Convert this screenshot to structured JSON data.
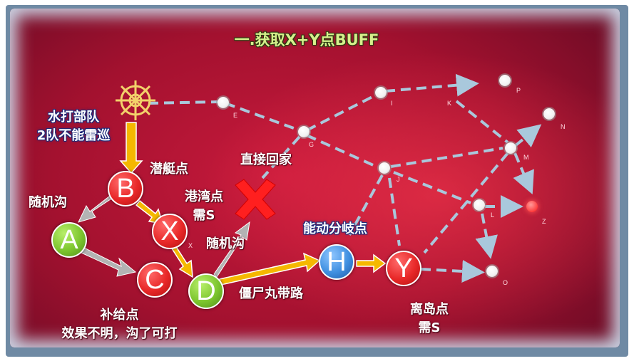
{
  "title": "一.获取X+Y点BUFF",
  "annotations": {
    "start_note_line1": "水打部队",
    "start_note_line2": "2队不能雷巡",
    "b_note": "潜艇点",
    "a_note": "随机沟",
    "harbor_note_line1": "港湾点",
    "harbor_note_line2": "需S",
    "go_home": "直接回家",
    "d_note": "随机沟",
    "h_note": "能动分岐点",
    "c_note_line1": "补给点",
    "c_note_line2": "效果不明，沟了可打",
    "d_route": "僵尸丸带路",
    "y_note_line1": "离岛点",
    "y_note_line2": "需S"
  },
  "big_nodes": {
    "B": "B",
    "A": "A",
    "X": "X",
    "C": "C",
    "D": "D",
    "H": "H",
    "Y": "Y"
  },
  "small_labels": {
    "E": "E",
    "G": "G",
    "I": "I",
    "J": "J",
    "K": "K",
    "P": "P",
    "N": "N",
    "M": "M",
    "L": "L",
    "Z": "Z",
    "O": "O",
    "Xs": "X"
  },
  "colors": {
    "sea": "#b3133a",
    "frame": "#6f8aa4",
    "title": "#d6f08c",
    "route_dash": "#a9c8dc",
    "yellow_arrow": "#f5b800",
    "gray_arrow": "#b3b3b3",
    "cross": "#ff1f1f"
  },
  "icons": {
    "start": "ship-wheel-icon",
    "cross": "red-x-icon"
  }
}
